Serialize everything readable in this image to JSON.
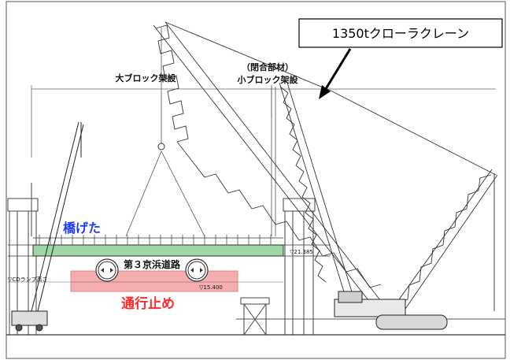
{
  "callout": {
    "text": "1350tクローラクレーン"
  },
  "labels": {
    "large_block": "大ブロック架設",
    "closing_member": "（閉合部材）",
    "small_block": "小ブロック架設",
    "girder": "橋げた",
    "road": "第３京浜道路",
    "closure": "通行止め",
    "elev_right": "▽21.385",
    "elev_road": "▽15.400",
    "cd_left": "▽CDランプ高さ"
  },
  "colors": {
    "girder": "#9fd6a6",
    "closure_band": "#f5aeb0",
    "girder_text": "#1a3cff",
    "closure_text": "#ff2a2a"
  }
}
